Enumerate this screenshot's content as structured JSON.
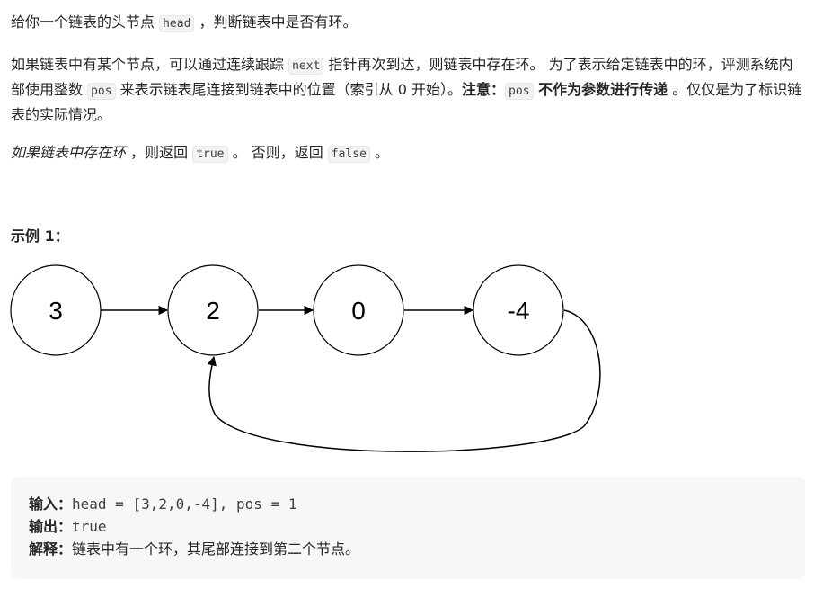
{
  "p1": {
    "t1": "给你一个链表的头节点 ",
    "c1": "head",
    "t2": " ，判断链表中是否有环。"
  },
  "p2": {
    "t1": "如果链表中有某个节点，可以通过连续跟踪 ",
    "c1": "next",
    "t2": " 指针再次到达，则链表中存在环。 为了表示给定链表中的环，评测系统内部使用整数 ",
    "c2": "pos",
    "t3": " 来表示链表尾连接到链表中的位置（索引从 0 开始）。",
    "b1": "注意：",
    "c3": "pos",
    "b2": " 不作为参数进行传递",
    "t4": " 。仅仅是为了标识链表的实际情况。"
  },
  "p3": {
    "i1": "如果链表中存在环",
    "t1": " ，则返回 ",
    "c1": "true",
    "t2": " 。 否则，返回 ",
    "c2": "false",
    "t3": " 。"
  },
  "example": {
    "title": "示例 1：",
    "nodes": [
      "3",
      "2",
      "0",
      "-4"
    ],
    "input_label": "输入：",
    "input_value": "head = [3,2,0,-4], pos = 1",
    "output_label": "输出：",
    "output_value": "true",
    "explain_label": "解释：",
    "explain_value": "链表中有一个环，其尾部连接到第二个节点。"
  }
}
